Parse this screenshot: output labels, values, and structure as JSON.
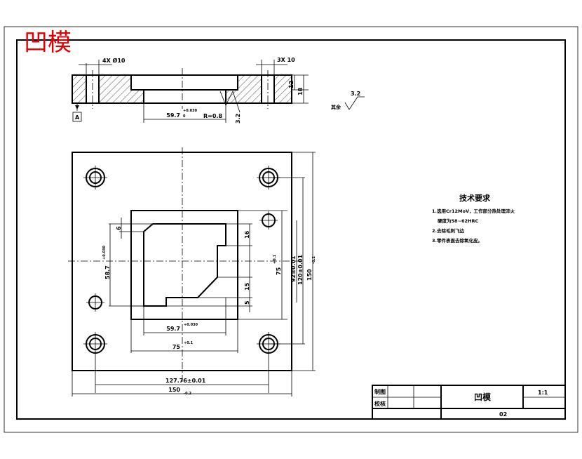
{
  "drawing_title": "凹模",
  "title_color": "#e00000",
  "section_view": {
    "hole_callout_left": "4X Ø10",
    "hole_callout_right": "3X 10",
    "height_small": "12",
    "height_total": "18",
    "bore_dim": "59.7",
    "bore_tol_upper": "+0.030",
    "bore_tol_lower": "0",
    "roughness_edge": "R=0.8",
    "roughness_value": "3.2",
    "datum": "A"
  },
  "surface_note": {
    "label": "其余",
    "value": "3.2"
  },
  "plan_view": {
    "dim_6": "6",
    "dim_16": "16",
    "dim_15": "15",
    "dim_5": "5",
    "dim_left_height": "58.7",
    "dim_left_height_tol": "+0.030",
    "dim_75_v": "75",
    "dim_75_v_tol": "+0.1",
    "dim_92": "92±0.01",
    "dim_120": "120±0.01",
    "dim_150_v": "150",
    "dim_150_v_tol": "-0.2",
    "dim_59_7": "59.7",
    "dim_59_7_tol": "+0.030",
    "dim_75_h": "75",
    "dim_75_h_tol": "+0.1",
    "dim_127": "127.76±0.01",
    "dim_150_h": "150",
    "dim_150_h_tol": "-0.2"
  },
  "tech_requirements": {
    "heading": "技术要求",
    "items": [
      "1.选用Cr12MoV，工作部分热处理淬火",
      "硬度为58~62HRC",
      "2.去除毛刺飞边",
      "3.零件表面去除氧化皮。"
    ]
  },
  "title_block": {
    "drawn_label": "制图",
    "checked_label": "校核",
    "part_name": "凹模",
    "scale": "1:1",
    "drawing_number": "02"
  }
}
